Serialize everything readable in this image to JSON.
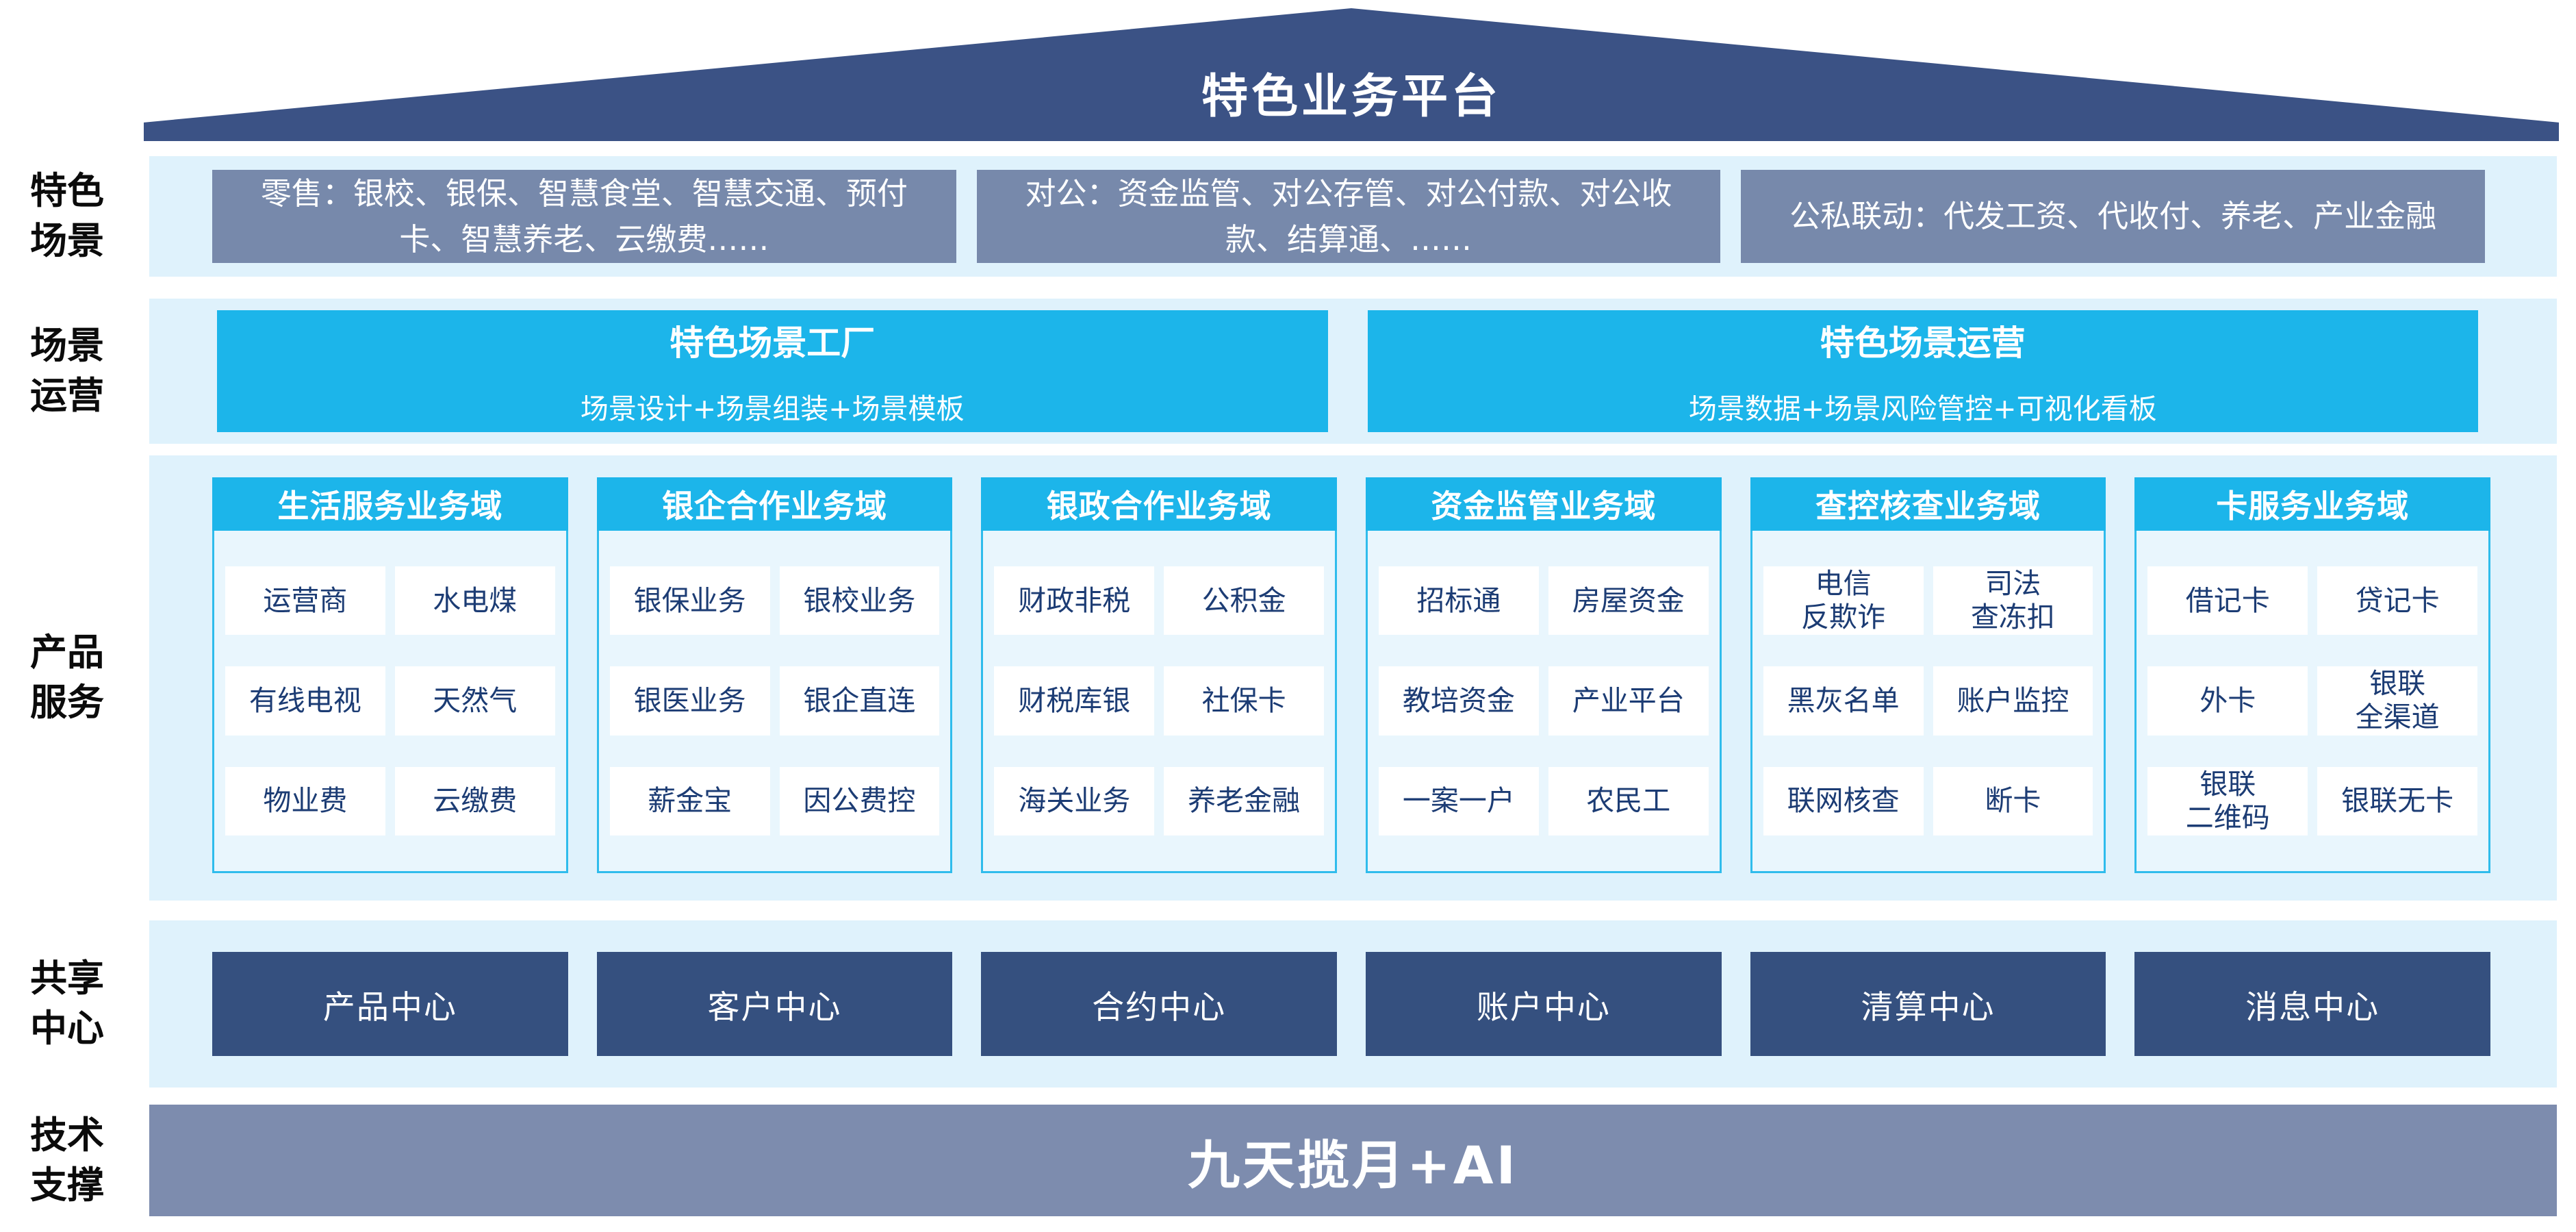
{
  "roof": {
    "title": "特色业务平台"
  },
  "scene_row": {
    "label": "特色\n场景",
    "boxes": [
      "零售：银校、银保、智慧食堂、智慧交通、预付卡、智慧养老、云缴费……",
      "对公：资金监管、对公存管、对公付款、对公收款、结算通、……",
      "公私联动：代发工资、代收付、养老、产业金融"
    ]
  },
  "operation_row": {
    "label": "场景\n运营",
    "boxes": [
      {
        "title": "特色场景工厂",
        "subtitle": "场景设计+场景组装+场景模板"
      },
      {
        "title": "特色场景运营",
        "subtitle": "场景数据+场景风险管控+可视化看板"
      }
    ]
  },
  "product_row": {
    "label": "产品\n服务",
    "columns": [
      {
        "header": "生活服务业务域",
        "items": [
          "运营商",
          "水电煤",
          "有线电视",
          "天然气",
          "物业费",
          "云缴费"
        ]
      },
      {
        "header": "银企合作业务域",
        "items": [
          "银保业务",
          "银校业务",
          "银医业务",
          "银企直连",
          "薪金宝",
          "因公费控"
        ]
      },
      {
        "header": "银政合作业务域",
        "items": [
          "财政非税",
          "公积金",
          "财税库银",
          "社保卡",
          "海关业务",
          "养老金融"
        ]
      },
      {
        "header": "资金监管业务域",
        "items": [
          "招标通",
          "房屋资金",
          "教培资金",
          "产业平台",
          "一案一户",
          "农民工"
        ]
      },
      {
        "header": "查控核查业务域",
        "items": [
          "电信\n反欺诈",
          "司法\n查冻扣",
          "黑灰名单",
          "账户监控",
          "联网核查",
          "断卡"
        ]
      },
      {
        "header": "卡服务业务域",
        "items": [
          "借记卡",
          "贷记卡",
          "外卡",
          "银联\n全渠道",
          "银联\n二维码",
          "银联无卡"
        ]
      }
    ]
  },
  "shared_row": {
    "label": "共享\n中心",
    "centers": [
      "产品中心",
      "客户中心",
      "合约中心",
      "账户中心",
      "清算中心",
      "消息中心"
    ]
  },
  "tech_row": {
    "label": "技术\n支撑",
    "bar_text": "九天揽月+AI"
  },
  "colors": {
    "roof_navy": "#3B5285",
    "band_light_blue": "#DFF2FC",
    "scene_gray": "#7789AB",
    "accent_cyan": "#1CB5EA",
    "column_body_blue": "#E9F6FD",
    "item_text_navy": "#1C3C74",
    "center_navy": "#35507F",
    "tech_bar_gray": "#7D8CAE"
  }
}
